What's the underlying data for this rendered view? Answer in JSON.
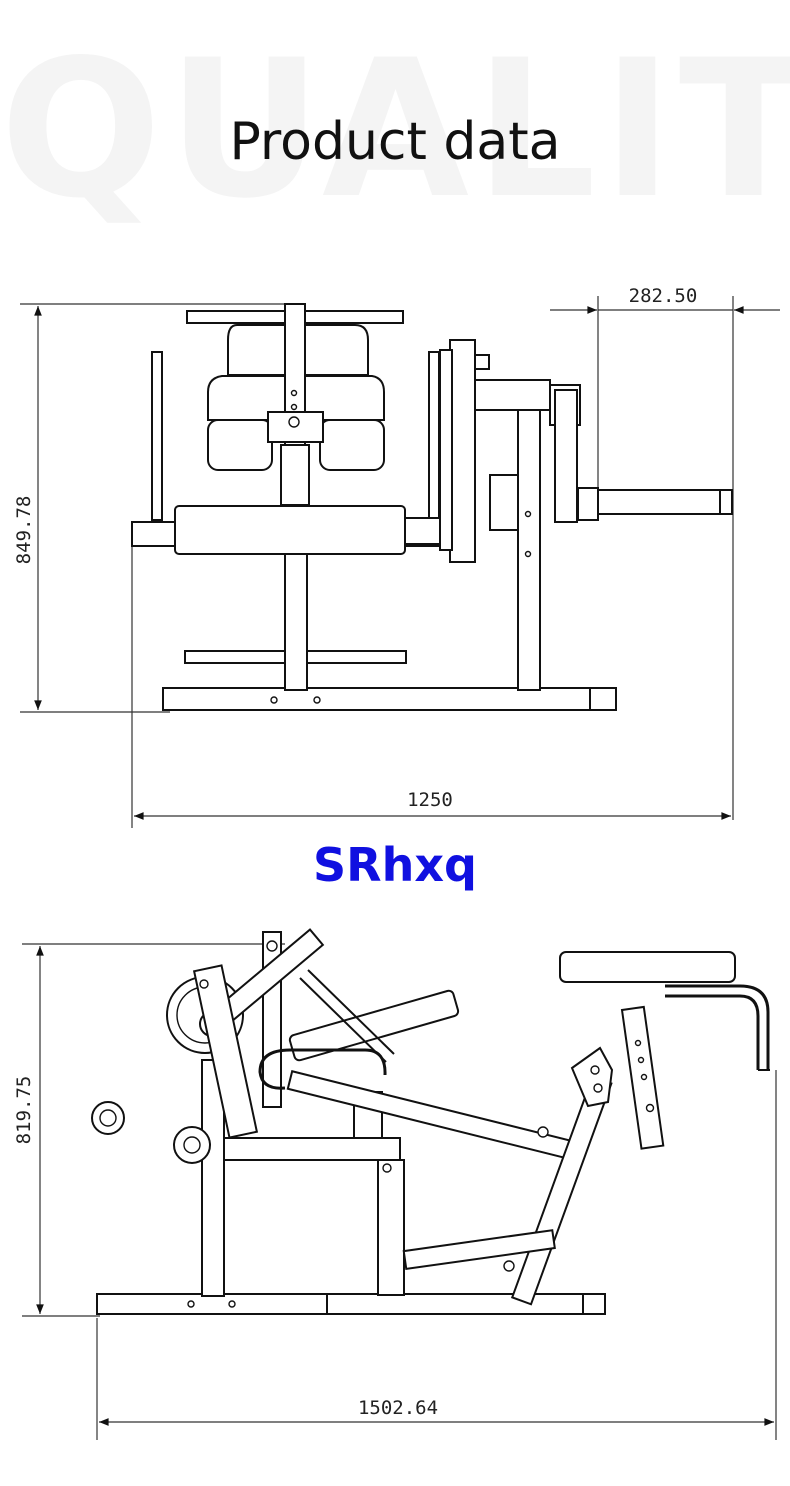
{
  "watermark": "QUALITY",
  "title": "Product data",
  "brand": "SRhxq",
  "front_view": {
    "dims": {
      "top_offset": "282.50",
      "height": "849.78",
      "width": "1250"
    }
  },
  "side_view": {
    "dims": {
      "height": "819.75",
      "width": "1502.64"
    }
  },
  "colors": {
    "brand": "#1010e0",
    "line": "#111111",
    "watermark": "#f4f4f4"
  }
}
